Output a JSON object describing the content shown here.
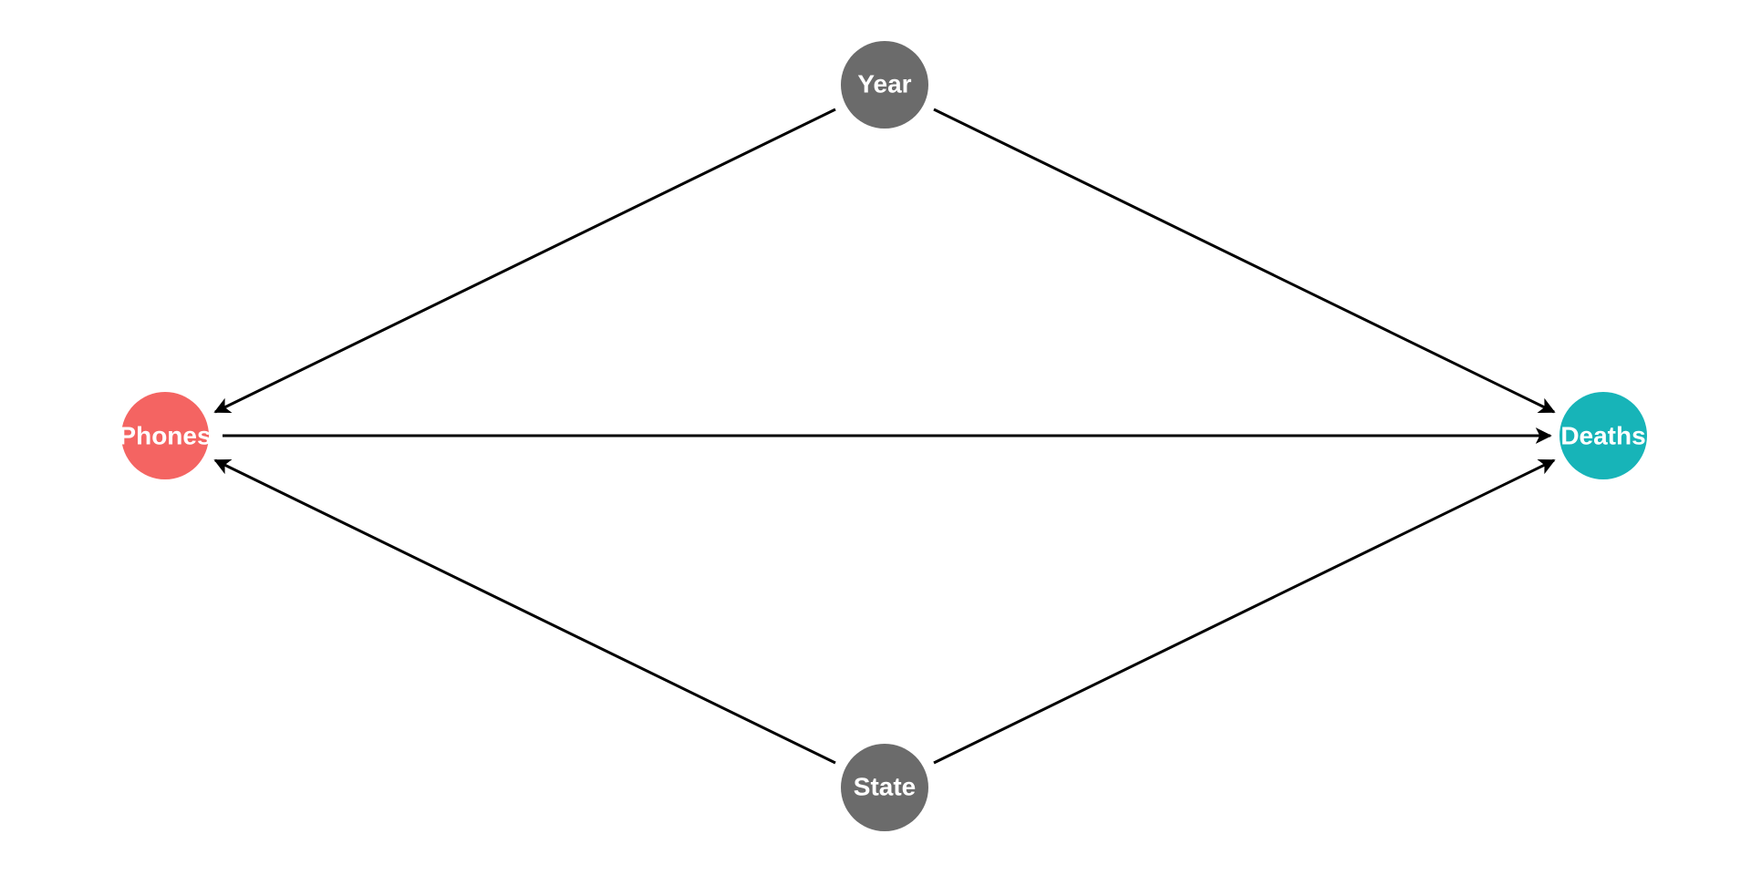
{
  "nodes": {
    "year": {
      "label": "Year",
      "color": "#6b6b6b"
    },
    "phones": {
      "label": "Phones",
      "color": "#f46462"
    },
    "deaths": {
      "label": "Deaths",
      "color": "#17b4b8"
    },
    "state": {
      "label": "State",
      "color": "#6b6b6b"
    }
  },
  "edges": [
    {
      "from": "Year",
      "to": "Phones"
    },
    {
      "from": "Year",
      "to": "Deaths"
    },
    {
      "from": "Phones",
      "to": "Deaths"
    },
    {
      "from": "State",
      "to": "Phones"
    },
    {
      "from": "State",
      "to": "Deaths"
    }
  ],
  "edge_color": "#000000"
}
